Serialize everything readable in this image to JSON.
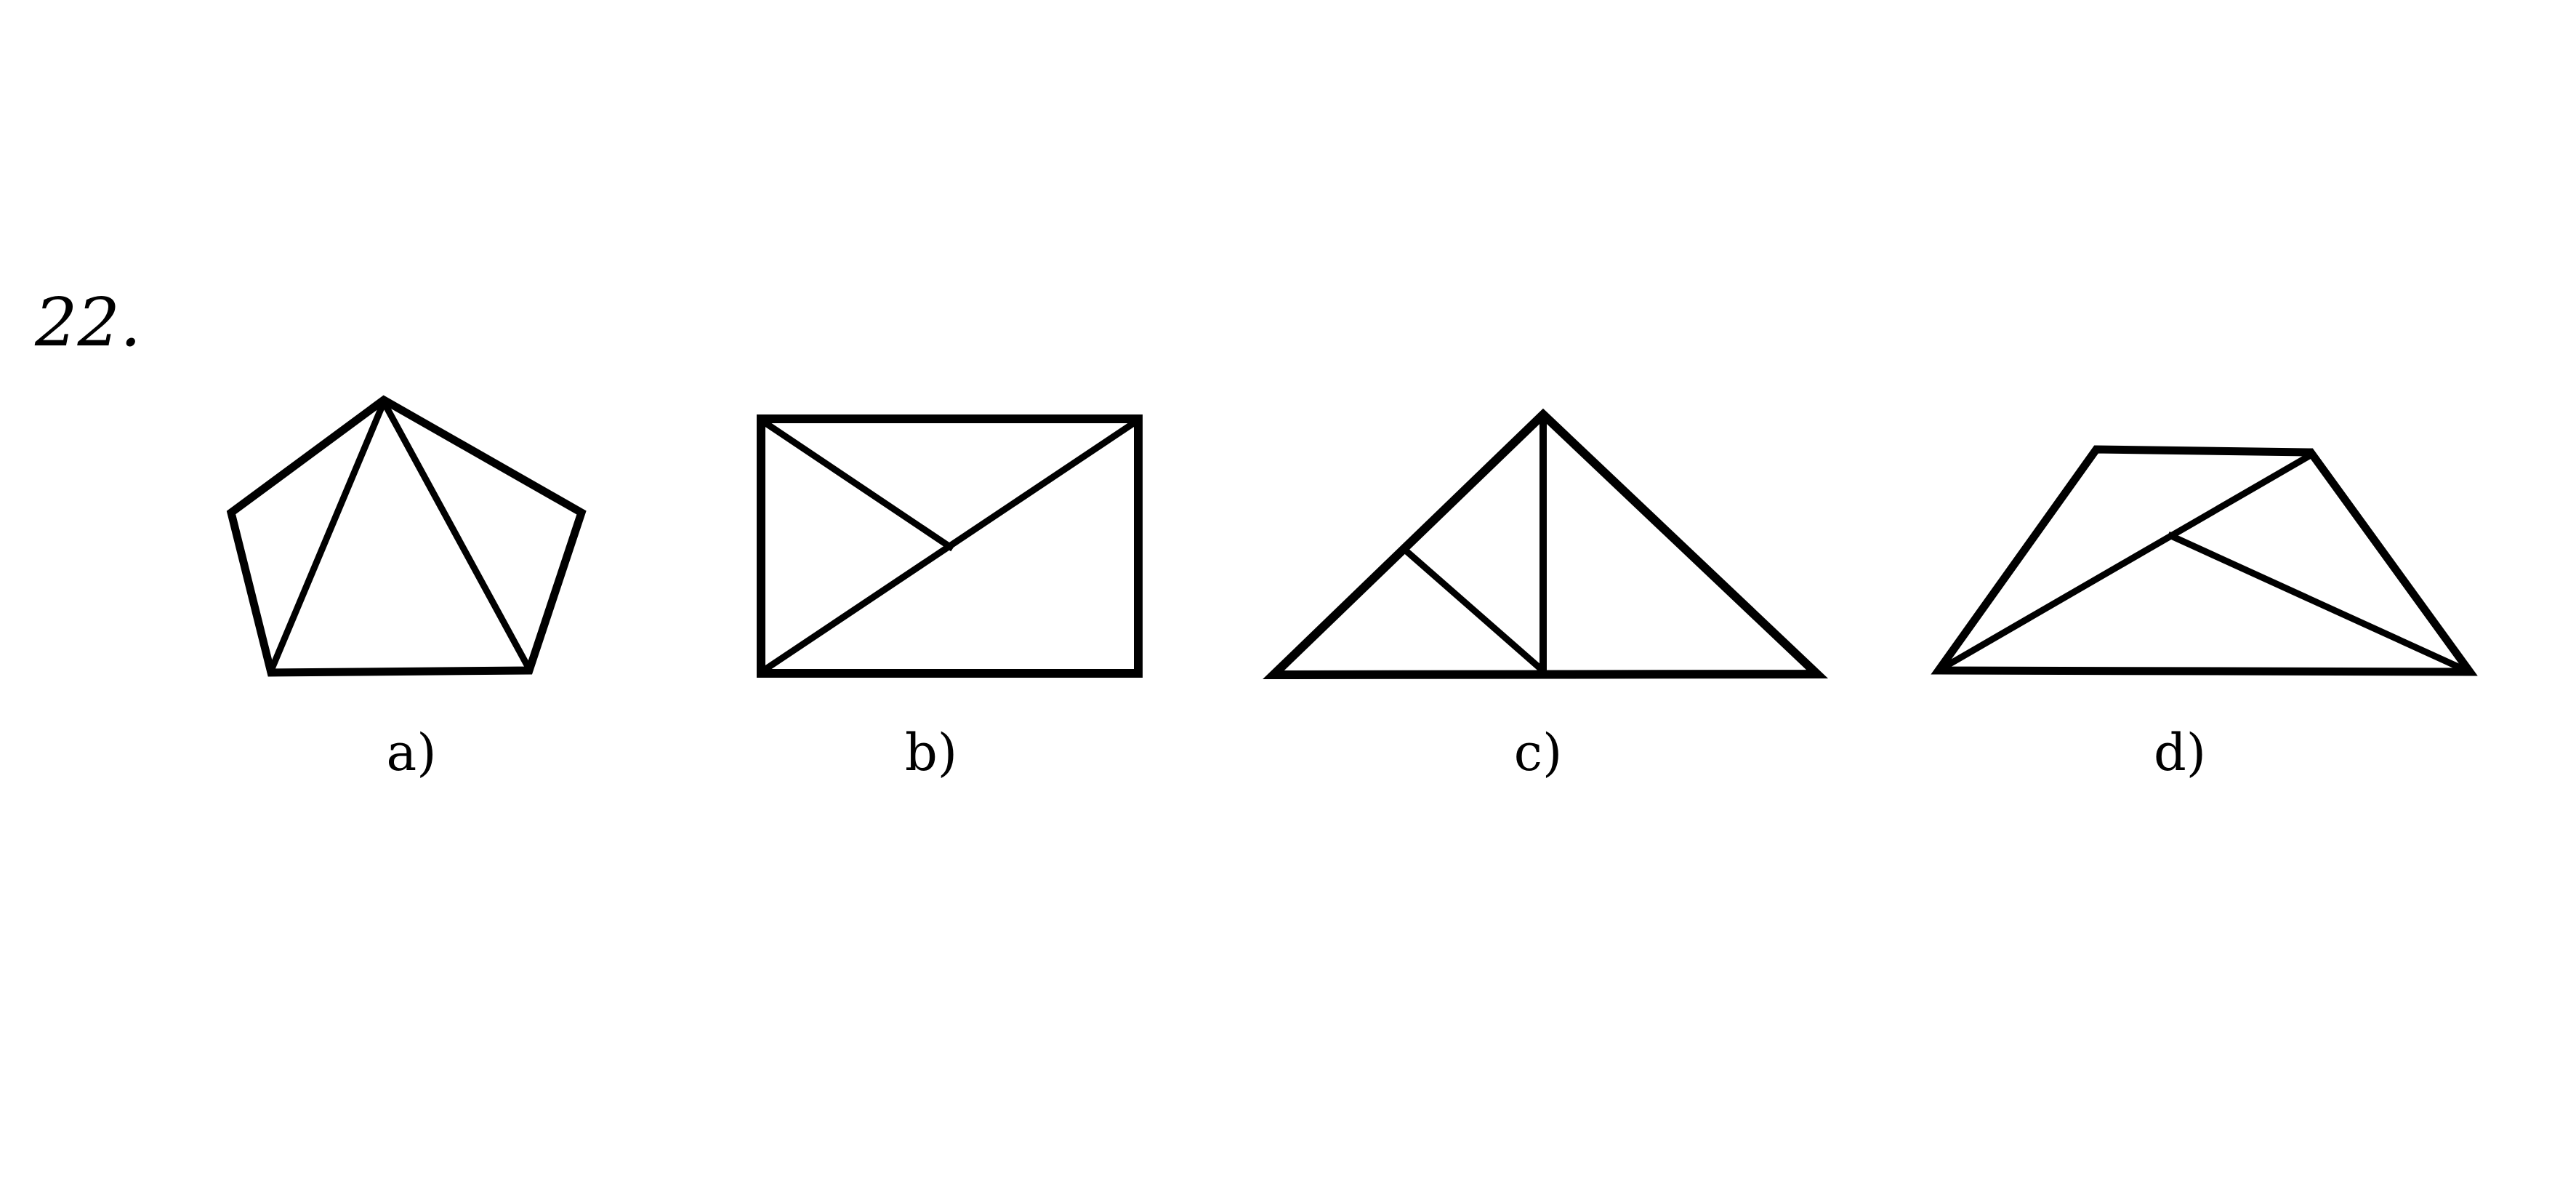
{
  "problem": {
    "number": "22."
  },
  "figures": [
    {
      "id": "a",
      "label": "a)",
      "shape": "pentagon"
    },
    {
      "id": "b",
      "label": "b)",
      "shape": "rectangle"
    },
    {
      "id": "c",
      "label": "c)",
      "shape": "triangle"
    },
    {
      "id": "d",
      "label": "d)",
      "shape": "trapezoid"
    }
  ],
  "colors": {
    "stroke": "#000000",
    "background": "#ffffff"
  }
}
